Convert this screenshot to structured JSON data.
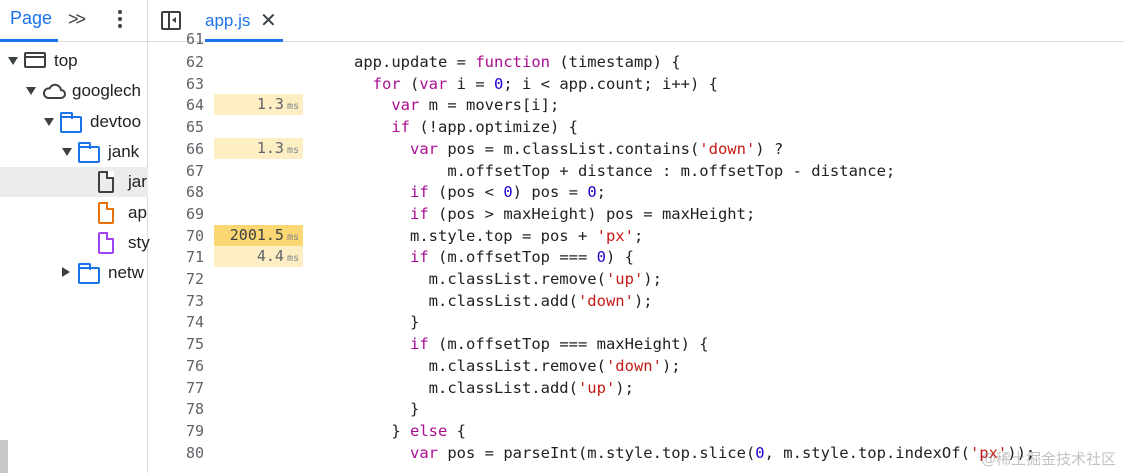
{
  "navigator": {
    "tab_page": "Page",
    "more_tabs": ">>",
    "tree": [
      {
        "label": "top",
        "icon": "frame-icon",
        "arrow": "down"
      },
      {
        "label": "googlech",
        "icon": "cloud-icon",
        "arrow": "down"
      },
      {
        "label": "devtoo",
        "icon": "folder-icon",
        "arrow": "down"
      },
      {
        "label": "jank",
        "icon": "folder-icon",
        "arrow": "down"
      },
      {
        "label": "jar",
        "icon": "document-icon",
        "arrow": "",
        "selected": true
      },
      {
        "label": "ap",
        "icon": "script-file-icon",
        "arrow": ""
      },
      {
        "label": "sty",
        "icon": "stylesheet-file-icon",
        "arrow": ""
      },
      {
        "label": "netw",
        "icon": "folder-icon",
        "arrow": "right"
      }
    ]
  },
  "editor": {
    "file_tab": "app.js",
    "close_glyph": "✕",
    "partial_top_line_number": "61",
    "perf_unit": "ms",
    "lines": [
      {
        "n": "62",
        "perf": "",
        "hot": false,
        "code": [
          {
            "t": "def",
            "v": "app.update = "
          },
          {
            "t": "kw",
            "v": "function"
          },
          {
            "t": "def",
            "v": " (timestamp) {"
          }
        ]
      },
      {
        "n": "63",
        "perf": "",
        "hot": false,
        "code": [
          {
            "t": "def",
            "v": "  "
          },
          {
            "t": "kw",
            "v": "for"
          },
          {
            "t": "def",
            "v": " ("
          },
          {
            "t": "kw",
            "v": "var"
          },
          {
            "t": "def",
            "v": " i = "
          },
          {
            "t": "num",
            "v": "0"
          },
          {
            "t": "def",
            "v": "; i < app.count; i++) {"
          }
        ]
      },
      {
        "n": "64",
        "perf": "1.3",
        "hot": false,
        "code": [
          {
            "t": "def",
            "v": "    "
          },
          {
            "t": "kw",
            "v": "var"
          },
          {
            "t": "def",
            "v": " m = movers[i];"
          }
        ]
      },
      {
        "n": "65",
        "perf": "",
        "hot": false,
        "code": [
          {
            "t": "def",
            "v": "    "
          },
          {
            "t": "kw",
            "v": "if"
          },
          {
            "t": "def",
            "v": " (!app.optimize) {"
          }
        ]
      },
      {
        "n": "66",
        "perf": "1.3",
        "hot": false,
        "code": [
          {
            "t": "def",
            "v": "      "
          },
          {
            "t": "kw",
            "v": "var"
          },
          {
            "t": "def",
            "v": " pos = m.classList.contains("
          },
          {
            "t": "str",
            "v": "'down'"
          },
          {
            "t": "def",
            "v": ") ?"
          }
        ]
      },
      {
        "n": "67",
        "perf": "",
        "hot": false,
        "code": [
          {
            "t": "def",
            "v": "          m.offsetTop + distance : m.offsetTop - distance;"
          }
        ]
      },
      {
        "n": "68",
        "perf": "",
        "hot": false,
        "code": [
          {
            "t": "def",
            "v": "      "
          },
          {
            "t": "kw",
            "v": "if"
          },
          {
            "t": "def",
            "v": " (pos < "
          },
          {
            "t": "num",
            "v": "0"
          },
          {
            "t": "def",
            "v": ") pos = "
          },
          {
            "t": "num",
            "v": "0"
          },
          {
            "t": "def",
            "v": ";"
          }
        ]
      },
      {
        "n": "69",
        "perf": "",
        "hot": false,
        "code": [
          {
            "t": "def",
            "v": "      "
          },
          {
            "t": "kw",
            "v": "if"
          },
          {
            "t": "def",
            "v": " (pos > maxHeight) pos = maxHeight;"
          }
        ]
      },
      {
        "n": "70",
        "perf": "2001.5",
        "hot": true,
        "code": [
          {
            "t": "def",
            "v": "      m.style.top = pos + "
          },
          {
            "t": "str",
            "v": "'px'"
          },
          {
            "t": "def",
            "v": ";"
          }
        ]
      },
      {
        "n": "71",
        "perf": "4.4",
        "hot": false,
        "code": [
          {
            "t": "def",
            "v": "      "
          },
          {
            "t": "kw",
            "v": "if"
          },
          {
            "t": "def",
            "v": " (m.offsetTop === "
          },
          {
            "t": "num",
            "v": "0"
          },
          {
            "t": "def",
            "v": ") {"
          }
        ]
      },
      {
        "n": "72",
        "perf": "",
        "hot": false,
        "code": [
          {
            "t": "def",
            "v": "        m.classList.remove("
          },
          {
            "t": "str",
            "v": "'up'"
          },
          {
            "t": "def",
            "v": ");"
          }
        ]
      },
      {
        "n": "73",
        "perf": "",
        "hot": false,
        "code": [
          {
            "t": "def",
            "v": "        m.classList.add("
          },
          {
            "t": "str",
            "v": "'down'"
          },
          {
            "t": "def",
            "v": ");"
          }
        ]
      },
      {
        "n": "74",
        "perf": "",
        "hot": false,
        "code": [
          {
            "t": "def",
            "v": "      }"
          }
        ]
      },
      {
        "n": "75",
        "perf": "",
        "hot": false,
        "code": [
          {
            "t": "def",
            "v": "      "
          },
          {
            "t": "kw",
            "v": "if"
          },
          {
            "t": "def",
            "v": " (m.offsetTop === maxHeight) {"
          }
        ]
      },
      {
        "n": "76",
        "perf": "",
        "hot": false,
        "code": [
          {
            "t": "def",
            "v": "        m.classList.remove("
          },
          {
            "t": "str",
            "v": "'down'"
          },
          {
            "t": "def",
            "v": ");"
          }
        ]
      },
      {
        "n": "77",
        "perf": "",
        "hot": false,
        "code": [
          {
            "t": "def",
            "v": "        m.classList.add("
          },
          {
            "t": "str",
            "v": "'up'"
          },
          {
            "t": "def",
            "v": ");"
          }
        ]
      },
      {
        "n": "78",
        "perf": "",
        "hot": false,
        "code": [
          {
            "t": "def",
            "v": "      }"
          }
        ]
      },
      {
        "n": "79",
        "perf": "",
        "hot": false,
        "code": [
          {
            "t": "def",
            "v": "    } "
          },
          {
            "t": "kw",
            "v": "else"
          },
          {
            "t": "def",
            "v": " {"
          }
        ]
      },
      {
        "n": "80",
        "perf": "",
        "hot": false,
        "code": [
          {
            "t": "def",
            "v": "      "
          },
          {
            "t": "kw",
            "v": "var"
          },
          {
            "t": "def",
            "v": " pos = parseInt(m.style.top.slice("
          },
          {
            "t": "num",
            "v": "0"
          },
          {
            "t": "def",
            "v": ", m.style.top.indexOf("
          },
          {
            "t": "str",
            "v": "'px'"
          },
          {
            "t": "def",
            "v": "));"
          }
        ]
      }
    ]
  },
  "watermark": "@稀土掘金技术社区",
  "colors": {
    "accent": "#1a73e8",
    "perf_light": "#fdefc3",
    "perf_hot": "#fbd773",
    "keyword": "#aa0d91",
    "string": "#c41a16",
    "number": "#1c00cf"
  }
}
